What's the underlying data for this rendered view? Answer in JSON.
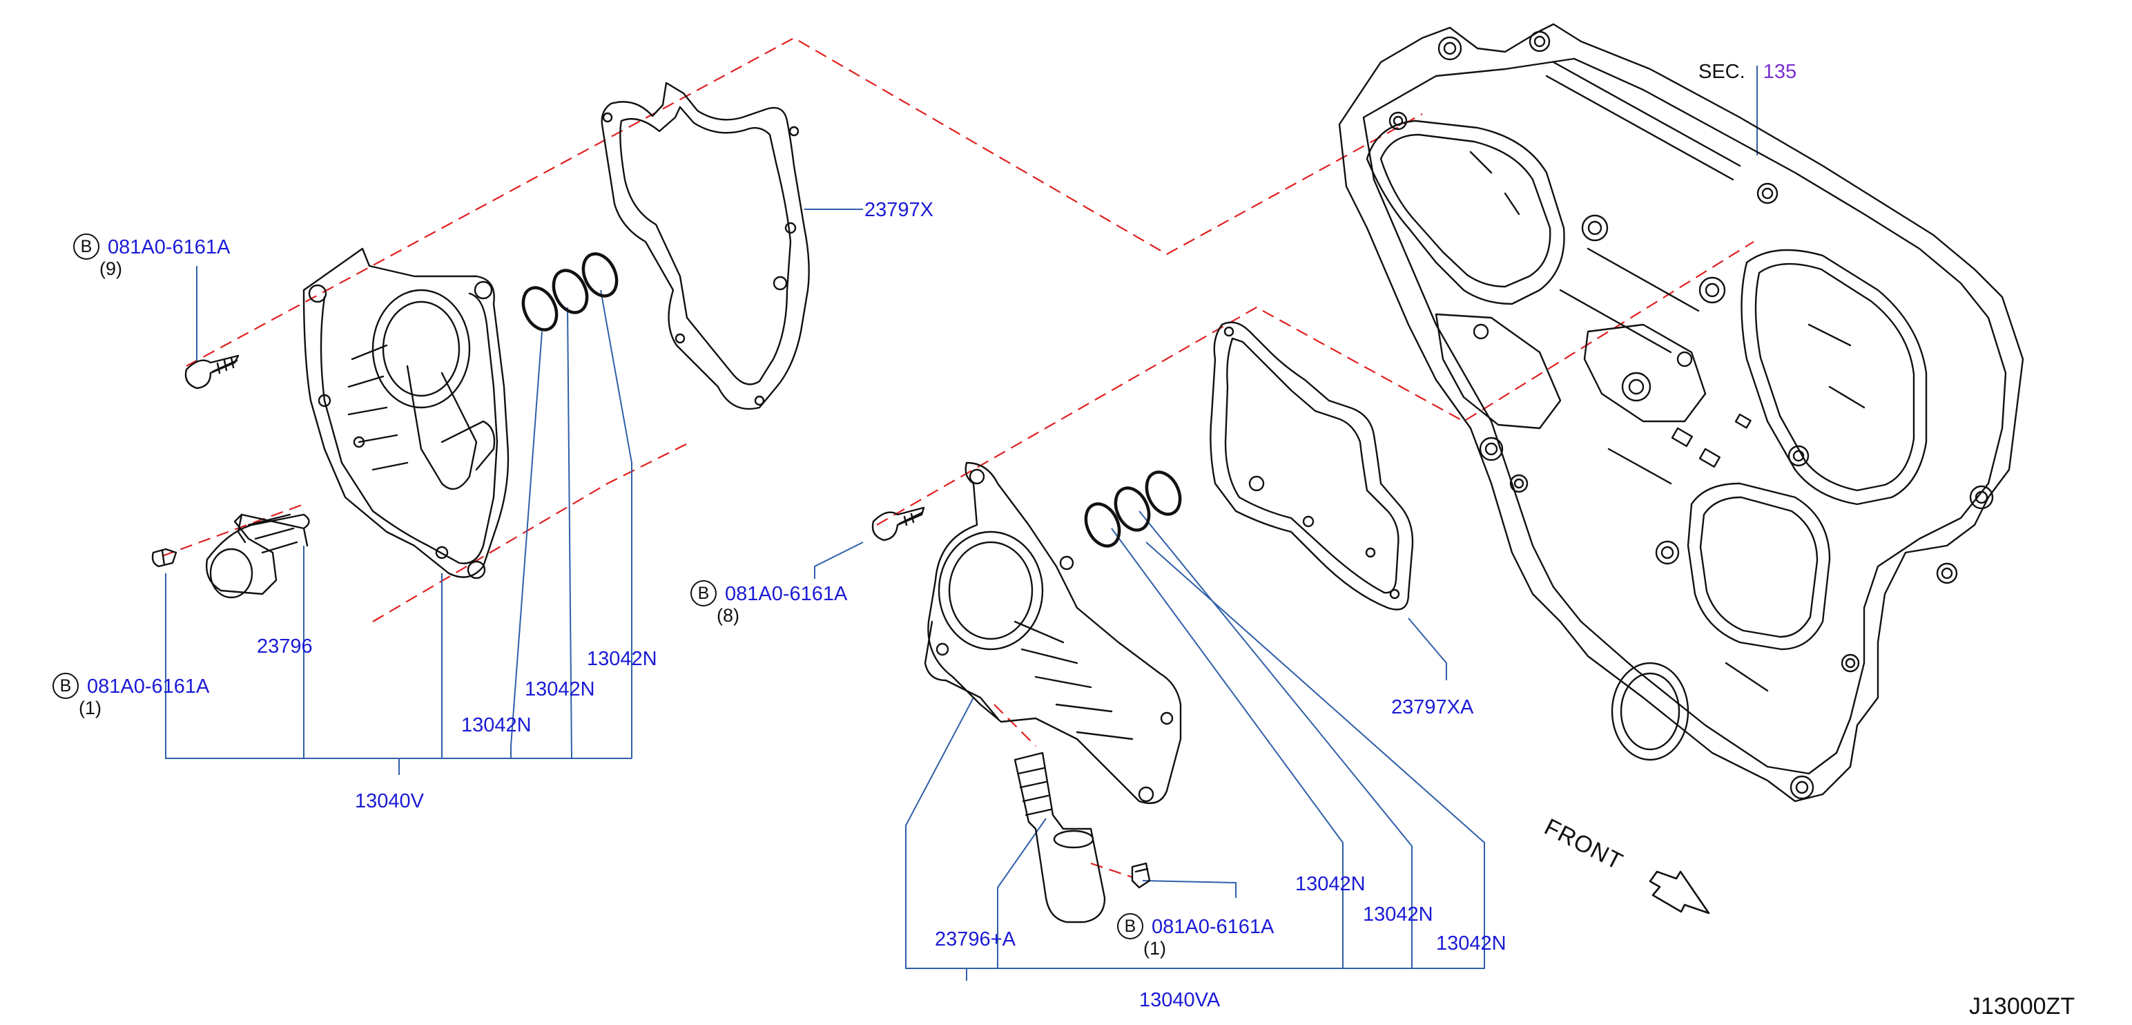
{
  "sec_label": "SEC.",
  "sec_number": "135",
  "diagram_code": "J13000ZT",
  "front_label": "FRONT",
  "bolt_letter": "B",
  "labels": {
    "gasket_upper": "23797X",
    "gasket_lower": "23797XA",
    "bolt_upper_left": "081A0-6161A",
    "bolt_upper_left_qty": "(9)",
    "bolt_lower_left": "081A0-6161A",
    "bolt_lower_left_qty": "(1)",
    "bolt_mid": "081A0-6161A",
    "bolt_mid_qty": "(8)",
    "bolt_bottom": "081A0-6161A",
    "bolt_bottom_qty": "(1)",
    "solenoid_left": "23796",
    "solenoid_right": "23796+A",
    "oring_l1": "13042N",
    "oring_l2": "13042N",
    "oring_l3": "13042N",
    "oring_r1": "13042N",
    "oring_r2": "13042N",
    "oring_r3": "13042N",
    "assy_left": "13040V",
    "assy_right": "13040VA"
  }
}
